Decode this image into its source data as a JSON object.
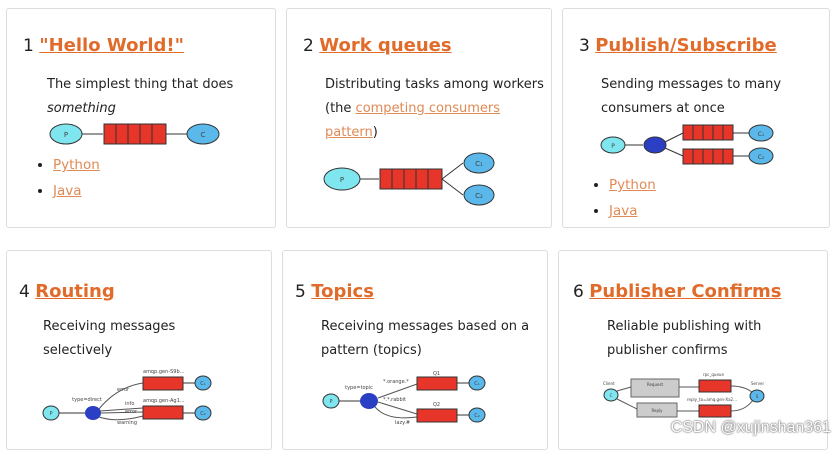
{
  "cards": [
    {
      "num": "1",
      "title": "\"Hello World!\"",
      "desc": "The simplest thing that does",
      "desc_em": "something",
      "links": [
        "Python",
        "Java"
      ],
      "diagram": {
        "p": "P",
        "c": "C"
      }
    },
    {
      "num": "2",
      "title": "Work queues",
      "desc_pre": "Distributing tasks among workers (the ",
      "desc_link": "competing consumers pattern",
      "desc_post": ")",
      "diagram": {
        "p": "P",
        "c1": "C₁",
        "c2": "C₂"
      }
    },
    {
      "num": "3",
      "title": "Publish/Subscribe",
      "desc": "Sending messages to many consumers at once",
      "links": [
        "Python",
        "Java"
      ],
      "diagram": {
        "p": "P",
        "x": "X",
        "c1": "C₁",
        "c2": "C₂"
      }
    },
    {
      "num": "4",
      "title": "Routing",
      "desc": "Receiving messages selectively",
      "diagram": {
        "p": "P",
        "x": "X",
        "type": "type=direct",
        "q1": "amqp.gen-S9b...",
        "q2": "amqp.gen-Ag1...",
        "k1": "error",
        "k2": "info",
        "k3": "error",
        "k4": "warning",
        "c1": "C₁",
        "c2": "C₂"
      }
    },
    {
      "num": "5",
      "title": "Topics",
      "desc": "Receiving messages based on a pattern (topics)",
      "diagram": {
        "p": "P",
        "x": "X",
        "type": "type=topic",
        "q1": "Q1",
        "q2": "Q2",
        "k1": "*.orange.*",
        "k2": "*.*.rabbit",
        "k3": "lazy.#",
        "c1": "C₁",
        "c2": "C₂"
      }
    },
    {
      "num": "6",
      "title": "Publisher Confirms",
      "desc": "Reliable publishing with publisher confirms",
      "diagram": {
        "client": "Client",
        "server": "Server",
        "rpc": "rpc_queue",
        "reply": "reply_to=amq.gen-Xa2...",
        "req": "Request",
        "rep": "Reply",
        "c": "C",
        "s": "S"
      }
    }
  ],
  "watermark": "CSDN @xujinshan361",
  "colors": {
    "link": "#e06b2a",
    "queue": "#e8352a",
    "producer": "#7fe6f0",
    "consumer": "#5bb8ea",
    "exchange": "#2b3fc4"
  }
}
